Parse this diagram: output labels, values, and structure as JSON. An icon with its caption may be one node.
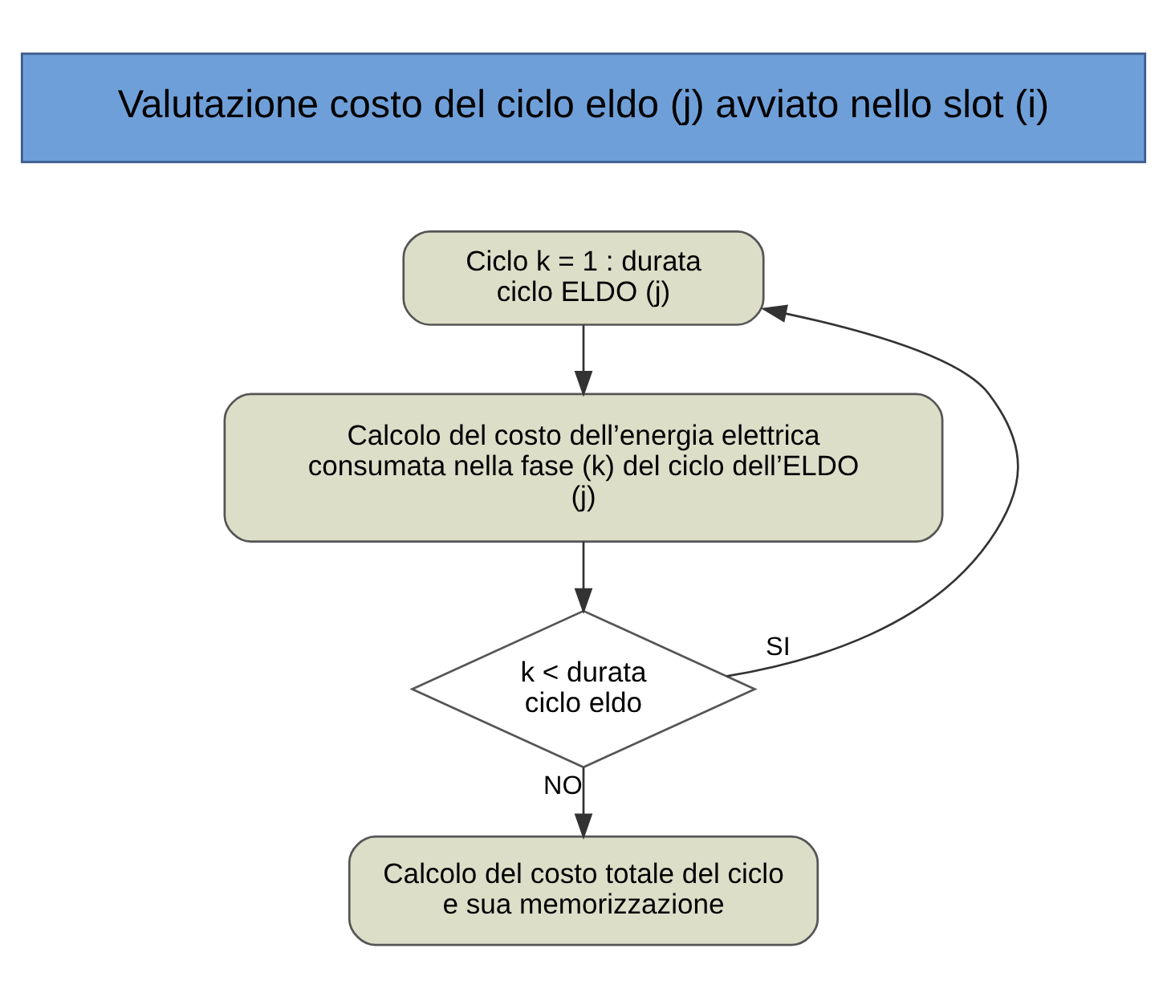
{
  "diagram": {
    "nodes": [
      {
        "text": [
          "Valutazione costo del ciclo eldo (j) avviato nello slot (i)"
        ]
      },
      {
        "text": [
          "Ciclo k = 1 : durata ciclo ELDO (j)"
        ]
      },
      {
        "text": [
          "Calcolo del costo dell’energia elettrica consumata nella fase (k) del ciclo dell’ELDO (j)"
        ]
      },
      {
        "text": [
          "k < durata ciclo eldo"
        ]
      },
      {
        "text": [
          "Calcolo del costo totale del ciclo e sua memorizzazione"
        ]
      }
    ],
    "edges": [
      {
        "from": 1,
        "to": 2,
        "arrow": "to"
      },
      {
        "from": 2,
        "to": 3,
        "arrow": "to"
      },
      {
        "from": 3,
        "to": 1,
        "arrow": "to",
        "label": "SI"
      },
      {
        "from": 3,
        "to": 4,
        "arrow": "to",
        "label": "NO"
      }
    ]
  }
}
